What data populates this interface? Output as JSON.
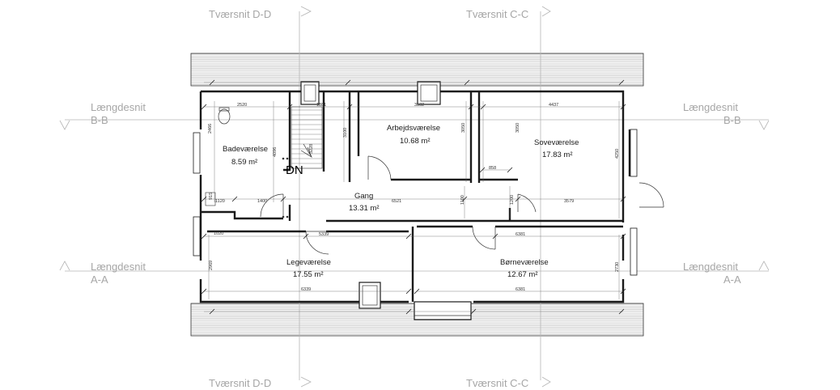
{
  "sections": {
    "d_d_top": "Tværsnit D-D",
    "c_c_top": "Tværsnit C-C",
    "d_d_bottom": "Tværsnit D-D",
    "c_c_bottom": "Tværsnit C-C",
    "b_b_left_1": "Længdesnit",
    "b_b_left_2": "B-B",
    "b_b_right_1": "Længdesnit",
    "b_b_right_2": "B-B",
    "a_a_left_1": "Længdesnit",
    "a_a_left_2": "A-A",
    "a_a_right_1": "Længdesnit",
    "a_a_right_2": "A-A"
  },
  "rooms": {
    "bath_name": "Badeværelse",
    "bath_area": "8.59 m²",
    "office_name": "Arbejdsværelse",
    "office_area": "10.68 m²",
    "bed_name": "Soveværelse",
    "bed_area": "17.83 m²",
    "hall_name": "Gang",
    "hall_area": "13.31 m²",
    "play_name": "Legeværelse",
    "play_area": "17.55 m²",
    "kids_name": "Børneværelse",
    "kids_area": "12.67 m²"
  },
  "stair_label": "DN",
  "dimensions": {
    "d2520": "2520",
    "d1881": "1881",
    "d3502": "3502",
    "d4437": "4437",
    "d2466": "2466",
    "d4096": "4096",
    "d3100": "3100",
    "d3228": "3228",
    "d3050a": "3050",
    "d3050b": "3050",
    "d4250": "4250",
    "d858": "858",
    "d915": "915",
    "d1120": "1120",
    "d1400": "1400",
    "d6521": "6521",
    "d1100": "1100",
    "d1200": "1200",
    "d3579": "3579",
    "d1020": "1020",
    "d5339": "5339",
    "d6381a": "6381",
    "d2969": "2969",
    "d2730": "2730",
    "d6339": "6339",
    "d6381b": "6381"
  }
}
